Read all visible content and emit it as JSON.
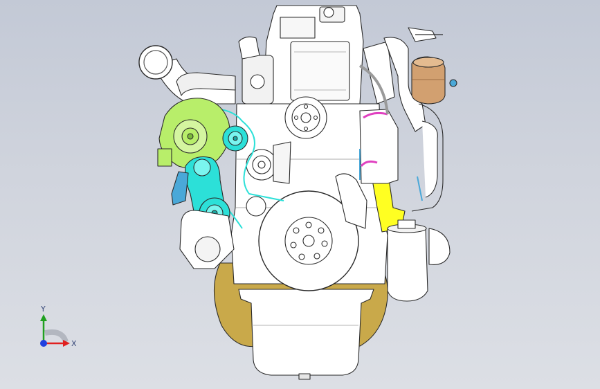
{
  "viewport": {
    "background_top": "#c3c9d6",
    "background_bottom": "#dcdfe5"
  },
  "model": {
    "name": "engine-assembly",
    "colors": {
      "body": "#ffffff",
      "outline": "#2a2a2a",
      "flywheel_housing": "#c9a94a",
      "alternator": "#b8ee6a",
      "tensioner": "#2ce0d8",
      "bracket_yellow": "#ffff22",
      "hose_pink": "#e040c0",
      "filter_tan": "#d2a070",
      "fitting_blue": "#4aa8d8"
    }
  },
  "triad": {
    "x_label": "X",
    "y_label": "Y",
    "x_color": "#e02020",
    "y_color": "#20a020",
    "z_color": "#2040e0"
  }
}
